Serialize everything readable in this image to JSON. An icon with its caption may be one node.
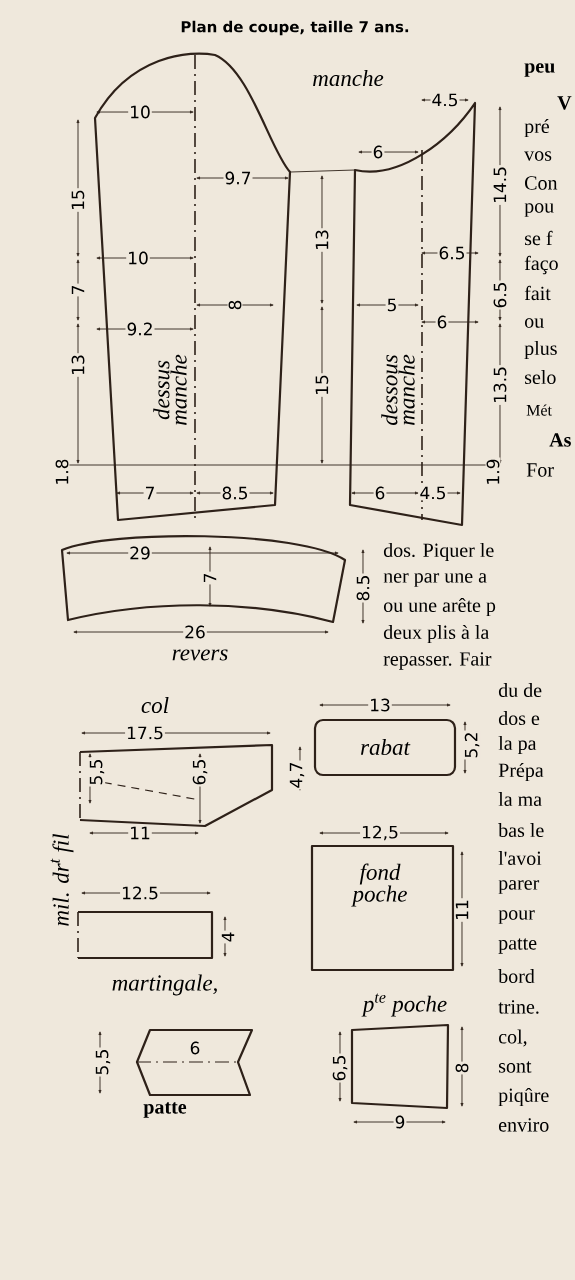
{
  "diagram": {
    "title": "Plan de coupe, taille 7 ans.",
    "nodes": [
      {
        "text": [
          "dessus manche"
        ]
      },
      {
        "text": [
          "dessous manche"
        ]
      },
      {
        "text": [
          "revers"
        ]
      },
      {
        "text": [
          "col"
        ]
      },
      {
        "text": [
          "rabat"
        ]
      },
      {
        "text": [
          "martingale,"
        ]
      },
      {
        "text": [
          "fond poche"
        ]
      },
      {
        "text": [
          "p$^{te}$ poche"
        ]
      },
      {
        "text": [
          "patte"
        ]
      }
    ],
    "labels": [
      "manche",
      "10",
      "4.5",
      "6",
      "9.7",
      "15",
      "14.5",
      "13",
      "10",
      "6.5",
      "7",
      "8",
      "5",
      "6",
      "6.5",
      "9.2",
      "13",
      "15",
      "13.5",
      "1.8",
      "1.9",
      "7",
      "8.5",
      "6",
      "4.5",
      "29",
      "7",
      "8.5",
      "26",
      "17.5",
      "13",
      "5,2",
      "5,5",
      "6,5",
      "4,7",
      "mil. dr$^{t}$ fil",
      "11",
      "12,5",
      "12.5",
      "4",
      "11",
      "5,5",
      "6",
      "6,5",
      "8",
      "9",
      "peu",
      "V",
      "pré",
      "vos",
      "Con",
      "pou",
      "se f",
      "faço",
      "fait",
      "ou",
      "plus",
      "selo",
      "Mét",
      "As",
      "For",
      "dos. Piquer le",
      "ner par une a",
      "ou une arête p",
      "deux plis à la",
      "repasser. Fair",
      "du de",
      "dos e",
      "la pa",
      "Prépa",
      "la ma",
      "bas le",
      "l'avoi",
      "parer",
      "pour",
      "patte",
      "bord",
      "trine.",
      "col,",
      "sont",
      "piqûre",
      "enviro"
    ]
  }
}
